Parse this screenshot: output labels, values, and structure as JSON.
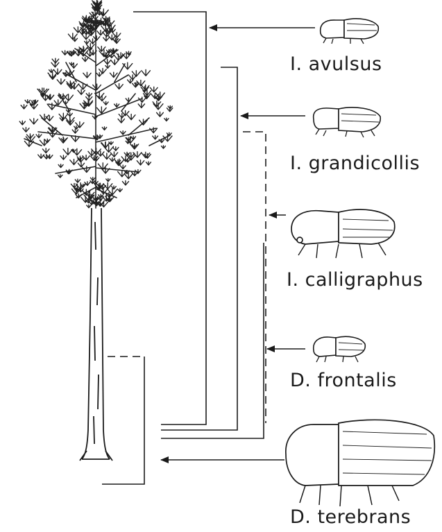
{
  "species": [
    {
      "id": "avulsus",
      "label": "I. avulsus"
    },
    {
      "id": "grandicollis",
      "label": "I. grandicollis"
    },
    {
      "id": "calligraphus",
      "label": "I. calligraphus"
    },
    {
      "id": "frontalis",
      "label": "D. frontalis"
    },
    {
      "id": "terebrans",
      "label": "D. terebrans"
    }
  ],
  "colors": {
    "ink": "#1a1a1a",
    "background": "#ffffff"
  }
}
